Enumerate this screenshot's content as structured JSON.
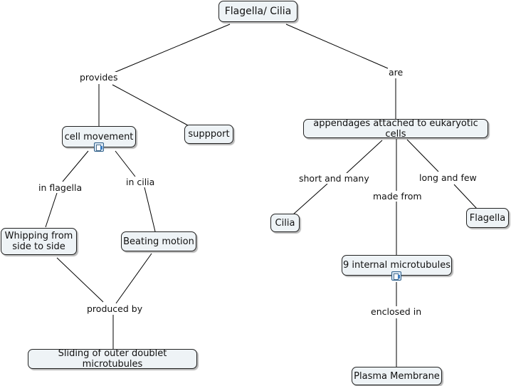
{
  "nodes": {
    "root": "Flagella/ Cilia",
    "cell_movement": "cell movement",
    "support": "suppport",
    "appendages": "appendages attached to eukaryotic cells",
    "whipping": "Whipping from side to side",
    "beating": "Beating motion",
    "cilia": "Cilia",
    "flagella": "Flagella",
    "microtubules": "9 internal microtubules",
    "sliding": "Sliding of outer doublet microtubules",
    "plasma_membrane": "Plasma Membrane"
  },
  "links": {
    "provides": "provides",
    "are": "are",
    "in_flagella": "in flagella",
    "in_cilia": "in cilia",
    "short_and_many": "short and many",
    "made_from": "made from",
    "long_and_few": "long and few",
    "produced_by": "produced by",
    "enclosed_in": "enclosed in"
  },
  "icons": {
    "cell_movement_resource": "resource-list-icon",
    "microtubules_resource": "resource-list-icon"
  },
  "colors": {
    "node_fill": "#eef3f6",
    "node_border": "#222222",
    "line": "#000000"
  }
}
